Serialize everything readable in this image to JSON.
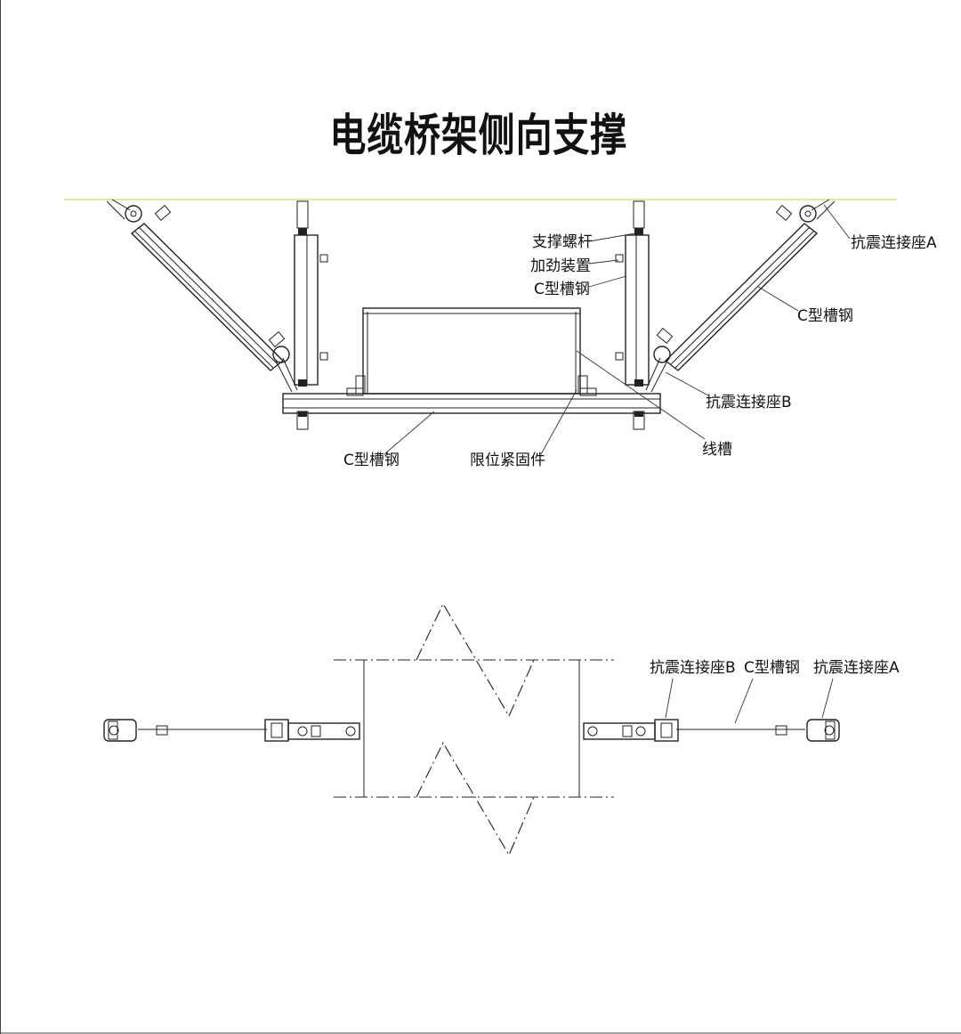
{
  "title": "电缆桥架侧向支撑",
  "colors": {
    "ceiling_line": "#e6e6a0",
    "line": "#222222",
    "accent": "#111111"
  },
  "side_view": {
    "labels": {
      "rod": "支撑螺杆",
      "stiffener": "加劲装置",
      "c_channel_vertical": "C型槽钢",
      "anchor_a": "抗震连接座A",
      "c_channel_diagonal": "C型槽钢",
      "anchor_b": "抗震连接座B",
      "c_channel_bottom": "C型槽钢",
      "clamp": "限位紧固件",
      "tray": "线槽"
    }
  },
  "plan_view": {
    "labels": {
      "anchor_b": "抗震连接座B",
      "c_channel": "C型槽钢",
      "anchor_a": "抗震连接座A"
    }
  }
}
